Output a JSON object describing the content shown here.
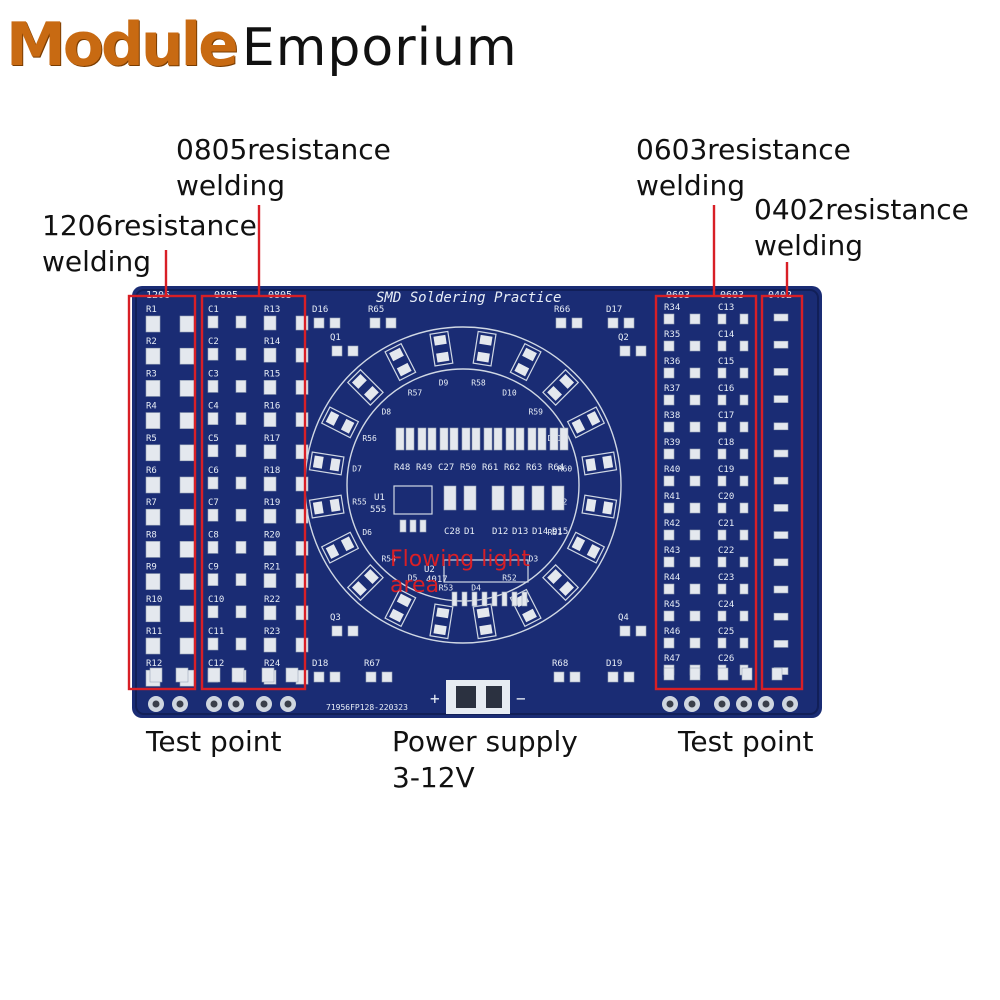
{
  "brand": {
    "part1": "Module",
    "part2": "Emporium"
  },
  "callouts": {
    "c0805": "0805resistance\nwelding",
    "c1206": "1206resistance\nwelding",
    "c0603": "0603resistance\nwelding",
    "c0402": "0402resistance\nwelding"
  },
  "captions": {
    "test_left": "Test point",
    "power": "Power supply\n3-12V",
    "test_right": "Test point"
  },
  "board": {
    "title": "SMD Soldering Practice",
    "col_headers": [
      "1206",
      "0805",
      "0805",
      "0603",
      "0603",
      "0402"
    ],
    "flow_label": "Flowing light\narea",
    "serial": "71956FP128-220323",
    "plus": "+",
    "minus": "−",
    "u1": "U1\n555",
    "u2": "U2\n4017",
    "labels": {
      "r1206": [
        "R1",
        "R2",
        "R3",
        "R4",
        "R5",
        "R6",
        "R7",
        "R8",
        "R9",
        "R10",
        "R11",
        "R12"
      ],
      "c0805": [
        "C1",
        "C2",
        "C3",
        "C4",
        "C5",
        "C6",
        "C7",
        "C8",
        "C9",
        "C10",
        "C11",
        "C12"
      ],
      "r0805": [
        "R13",
        "R14",
        "R15",
        "R16",
        "R17",
        "R18",
        "R19",
        "R20",
        "R21",
        "R22",
        "R23",
        "R24"
      ],
      "r0603": [
        "R34",
        "R35",
        "R36",
        "R37",
        "R38",
        "R39",
        "R40",
        "R41",
        "R42",
        "R43",
        "R44",
        "R45",
        "R46",
        "R47"
      ],
      "c0603": [
        "C13",
        "C14",
        "C15",
        "C16",
        "C17",
        "C18",
        "C19",
        "C20",
        "C21",
        "C22",
        "C23",
        "C24",
        "C25",
        "C26"
      ],
      "ring": [
        "R58",
        "D10",
        "R59",
        "D11",
        "R60",
        "D2",
        "R51",
        "D3",
        "R52",
        "D4",
        "R53",
        "D5",
        "R54",
        "D6",
        "R55",
        "D7",
        "R56",
        "D8",
        "R57",
        "D9"
      ],
      "misc": [
        "D16",
        "R65",
        "Q1",
        "R66",
        "D17",
        "Q2",
        "D18",
        "R67",
        "Q3",
        "R68",
        "D19",
        "Q4"
      ],
      "center_top": [
        "R48",
        "R49",
        "C27",
        "R50",
        "R61",
        "R62",
        "R63",
        "R64"
      ],
      "center_mid": [
        "C28",
        "D1",
        "D12",
        "D13",
        "D14",
        "D15"
      ]
    }
  },
  "colors": {
    "board": "#1a2c74",
    "board_dark": "#111f58",
    "highlight": "#d81f26",
    "pad": "#e4e8ee",
    "logo_orange": "#c86a12"
  }
}
